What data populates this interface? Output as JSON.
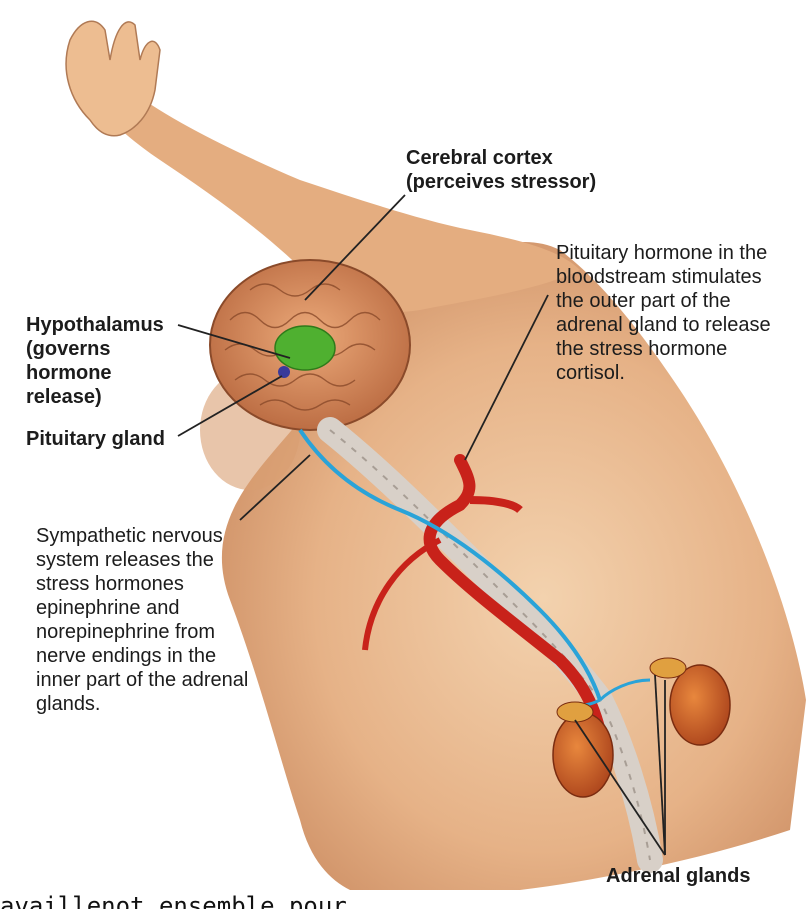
{
  "labels": {
    "cerebral_cortex": [
      "Cerebral cortex",
      "(perceives stressor)"
    ],
    "hypothalamus": [
      "Hypothalamus",
      "(governs",
      "hormone",
      "release)"
    ],
    "pituitary_gland": "Pituitary gland",
    "pituitary_hormone": [
      "Pituitary hormone in the",
      "bloodstream stimulates",
      "the outer part of the",
      "adrenal gland to release",
      "the stress hormone",
      "cortisol."
    ],
    "sympathetic": [
      "Sympathetic nervous",
      "system releases the",
      "stress hormones",
      "epinephrine and",
      "norepinephrine from",
      "nerve endings in the",
      "inner part of  the adrenal",
      "glands."
    ],
    "adrenal_glands": "Adrenal glands"
  },
  "bottom_text": "availlenot ensemble pour",
  "colors": {
    "skin": "#e8b98c",
    "brain": "#d9885a",
    "hypothalamus": "#4fb030",
    "artery": "#c8221a",
    "nerve": "#2aa3d8",
    "kidney": "#c9561e"
  }
}
